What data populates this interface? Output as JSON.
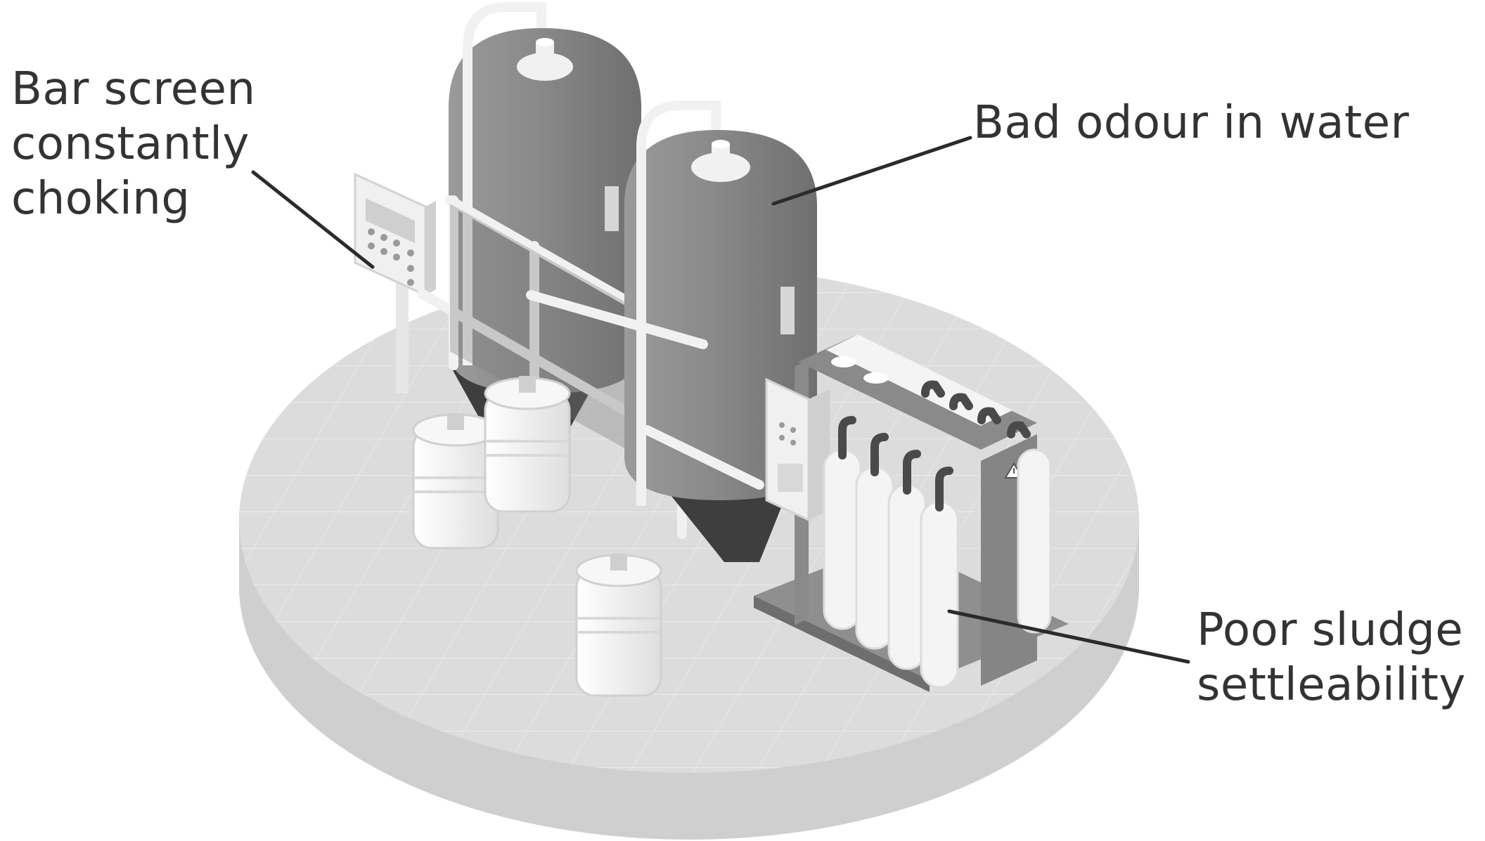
{
  "callouts": {
    "bar_screen": {
      "lines": [
        "Bar screen",
        "constantly",
        "choking"
      ]
    },
    "bad_odour": {
      "lines": [
        "Bad odour in water"
      ]
    },
    "poor_sludge": {
      "lines": [
        "Poor sludge",
        "settleability"
      ]
    }
  },
  "colors": {
    "platform_top": "#dcdcdc",
    "platform_side": "#c9c9c9",
    "tank": "#858585",
    "pipe": "#f2f2f2",
    "leader_line": "#2b2b2b",
    "text": "#333333"
  },
  "icons": [
    "control-panel-icon",
    "warning-icon",
    "water-jug-icon"
  ]
}
